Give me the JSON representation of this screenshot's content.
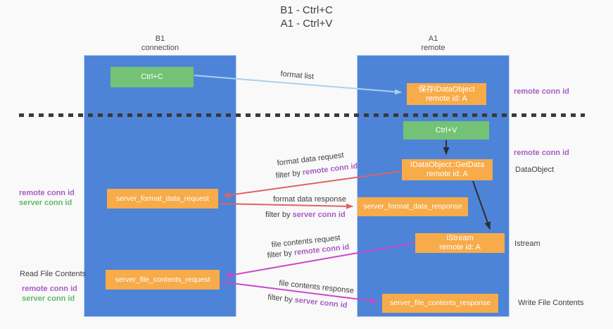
{
  "title": {
    "line1": "B1 - Ctrl+C",
    "line2": "A1 - Ctrl+V"
  },
  "lanes": {
    "left": {
      "name": "B1",
      "role": "connection"
    },
    "right": {
      "name": "A1",
      "role": "remote"
    }
  },
  "nodes": {
    "ctrl_c": {
      "label": "Ctrl+C"
    },
    "ctrl_v": {
      "label": "Ctrl+V"
    },
    "save_dataobject": {
      "line1": "保存IDataObject",
      "line2": "remote id: A"
    },
    "getdata": {
      "line1": "IDataObject::GetData",
      "line2": "remote id: A"
    },
    "istream": {
      "line1": "IStream",
      "line2": "remote id: A"
    },
    "server_format_data_request": {
      "label": "server_format_data_request"
    },
    "server_format_data_response": {
      "label": "server_format_data_response"
    },
    "server_file_contents_request": {
      "label": "server_file_contents_request"
    },
    "server_file_contents_response": {
      "label": "server_file_contents_response"
    }
  },
  "side_labels": {
    "remote_conn_id_top": "remote conn id",
    "remote_conn_id_mid": "remote conn id",
    "dataobject": "DataObject",
    "istream": "Istream",
    "write_file_contents": "Write File Contents",
    "read_file_contents": "Read File Contents",
    "left_group1": {
      "remote": "remote conn id",
      "server": "server conn id"
    },
    "left_group2": {
      "remote": "remote conn id",
      "server": "server conn id"
    }
  },
  "flow_labels": {
    "format_list": "format list",
    "format_data_request": "format data request",
    "format_data_response": "format data response",
    "file_contents_request": "file contents request",
    "file_contents_response": "file contents response",
    "filter_by": "filter by",
    "remote_conn_id": "remote conn id",
    "server_conn_id": "server conn id"
  },
  "colors": {
    "lane_blue": "#4d84d8",
    "node_green": "#74c276",
    "node_orange": "#f7ab49",
    "accent_purple": "#a85cc5",
    "accent_green": "#5fba68",
    "arrow_red": "#e06363",
    "arrow_magenta": "#cb48cb",
    "arrow_lightblue": "#a9d1f0",
    "arrow_black": "#2f2f2f",
    "background": "#f9f9f9"
  }
}
